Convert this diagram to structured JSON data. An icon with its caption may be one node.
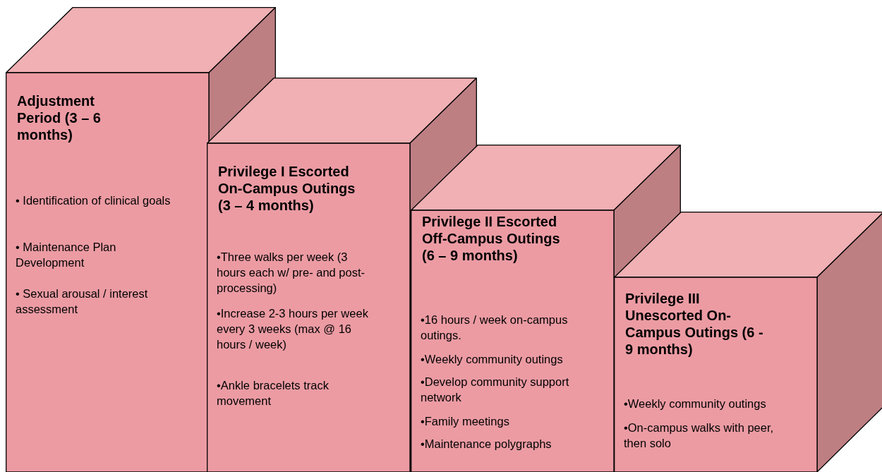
{
  "diagram": {
    "nodes": [
      {
        "text": [
          "Adjustment Period (3 – 6 months)",
          "• Identification of clinical goals",
          "• Maintenance Plan Development",
          "• Sexual arousal / interest assessment"
        ]
      },
      {
        "text": [
          "Privilege I Escorted On-Campus Outings (3 – 4 months)",
          "•Three walks per week (3 hours each w/ pre- and post-processing)",
          "•Increase 2-3 hours per week every 3 weeks (max @ 16 hours / week)",
          "•Ankle bracelets track movement"
        ]
      },
      {
        "text": [
          "Privilege II Escorted Off-Campus Outings (6 – 9 months)",
          "•16 hours / week on-campus outings.",
          "•Weekly community outings",
          "•Develop community support network",
          "•Family meetings",
          "•Maintenance polygraphs"
        ]
      },
      {
        "text": [
          "Privilege III Unescorted On-Campus Outings (6 - 9 months)",
          "•Weekly community outings",
          "•On-campus walks with peer, then solo"
        ]
      }
    ]
  }
}
